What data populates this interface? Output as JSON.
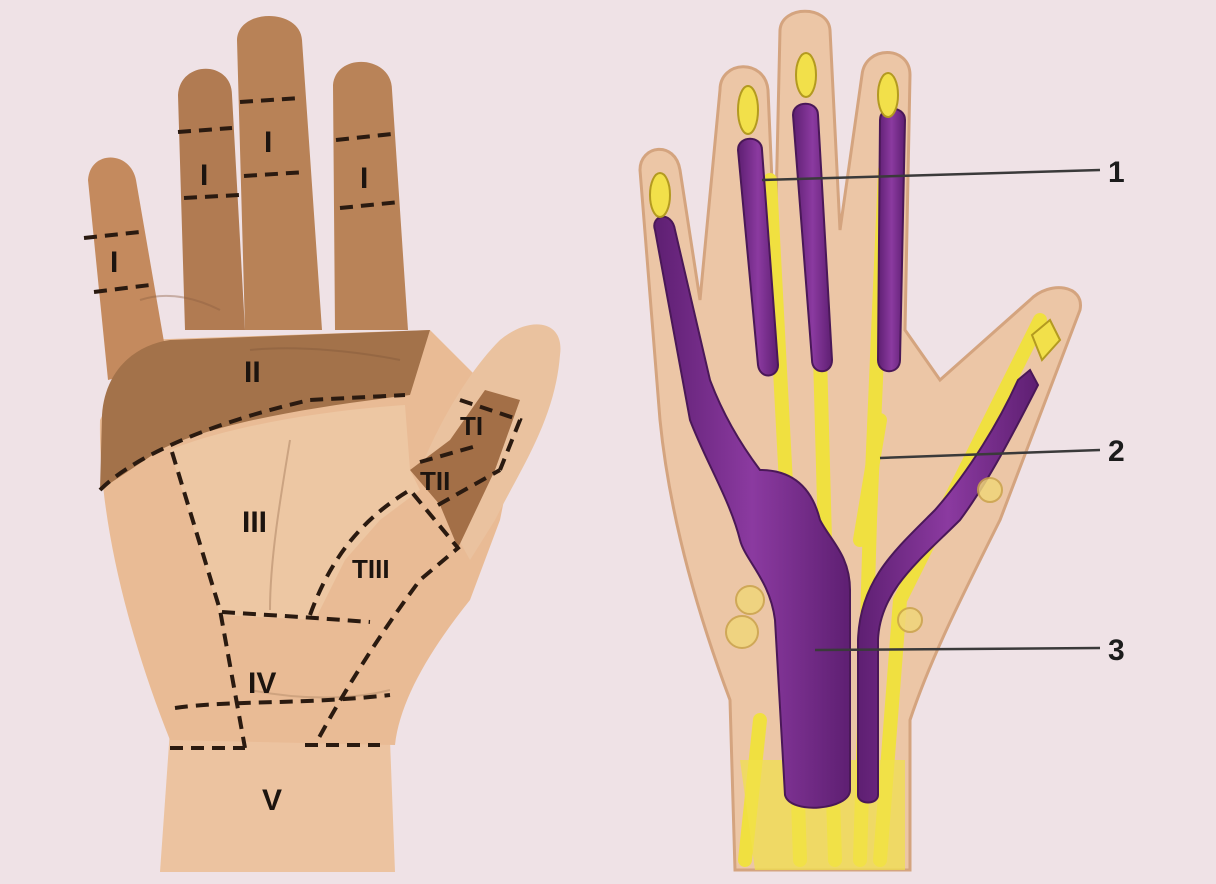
{
  "colors": {
    "background": "#efe2e6",
    "skin": "#e5b48e",
    "skin_dark": "#a7754b",
    "sheath": "#7a2f8c",
    "tendon": "#f2e53a"
  },
  "left_hand": {
    "zones": {
      "finger_little": "I",
      "finger_ring": "I",
      "finger_middle": "I",
      "finger_index": "I",
      "palm_distal": "II",
      "palm_mid": "III",
      "wrist_proximal": "IV",
      "forearm": "V",
      "thumb_tip": "TI",
      "thumb_mid": "TII",
      "thenar": "TIII"
    }
  },
  "right_hand": {
    "callouts": [
      "1",
      "2",
      "3"
    ]
  }
}
